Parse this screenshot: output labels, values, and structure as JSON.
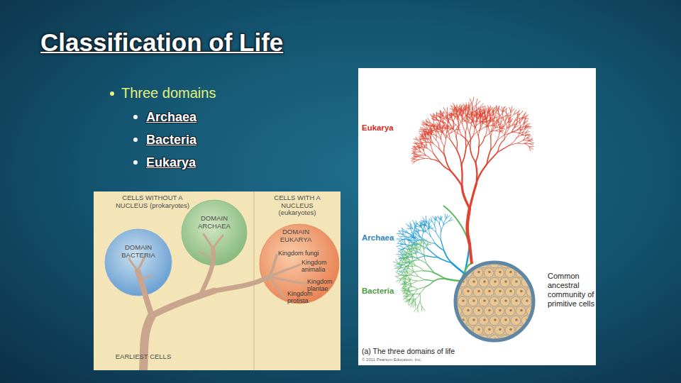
{
  "diagram": {
    "title": "Classification of Life",
    "caption": "(a) The three domains of life",
    "nodes": [
      {
        "text": [
          "CELLS WITHOUT A NUCLEUS (prokaryotes)",
          "CELLS WITH A NUCLEUS (eukaryotes)",
          "EARLIEST CELLS"
        ]
      },
      {
        "text": [
          "DOMAIN BACTERIA"
        ],
        "in": 0
      },
      {
        "text": [
          "DOMAIN ARCHAEA"
        ],
        "in": 0
      },
      {
        "text": [
          "DOMAIN EUKARYA",
          "Kingdom fungi",
          "Kingdom animalia",
          "Kingdom plantae",
          "Kingdom protista"
        ],
        "in": 0
      },
      {
        "text": [
          "Eukarya",
          "Archaea",
          "Bacteria",
          "© 2011 Pearson Education, Inc."
        ]
      },
      {
        "text": [
          "Common ancestral community of primitive cells"
        ],
        "in": 4
      }
    ],
    "labels": [
      "Three domains",
      "Archaea",
      "Bacteria",
      "Eukarya"
    ]
  }
}
